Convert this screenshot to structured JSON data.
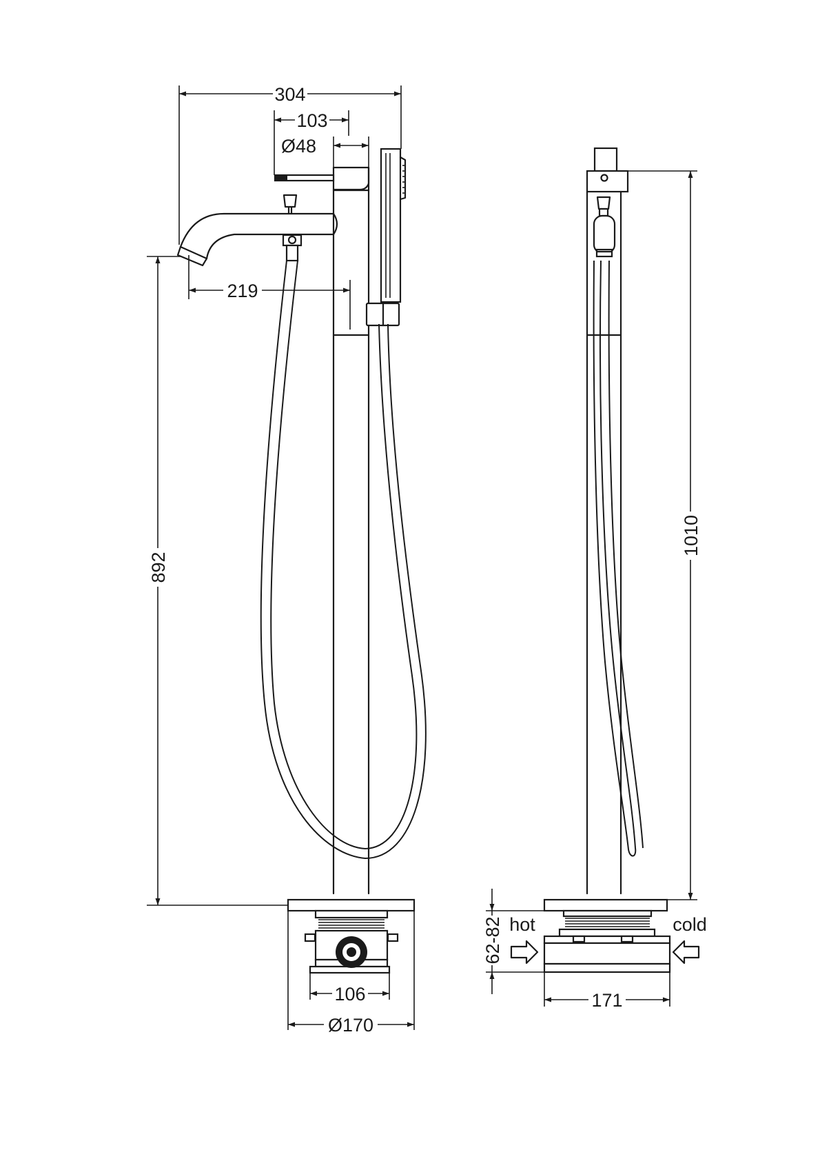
{
  "front_view": {
    "dims": {
      "total_width": "304",
      "spout_to_handle": "103",
      "body_diameter": "Ø48",
      "spout_reach": "219",
      "spout_height": "892"
    },
    "base": {
      "plate_diameter": "Ø170",
      "box_width": "106"
    }
  },
  "side_view": {
    "dims": {
      "total_height": "1010",
      "box_depth": "62-82",
      "box_width": "171"
    },
    "inlets": {
      "hot": "hot",
      "cold": "cold"
    }
  }
}
